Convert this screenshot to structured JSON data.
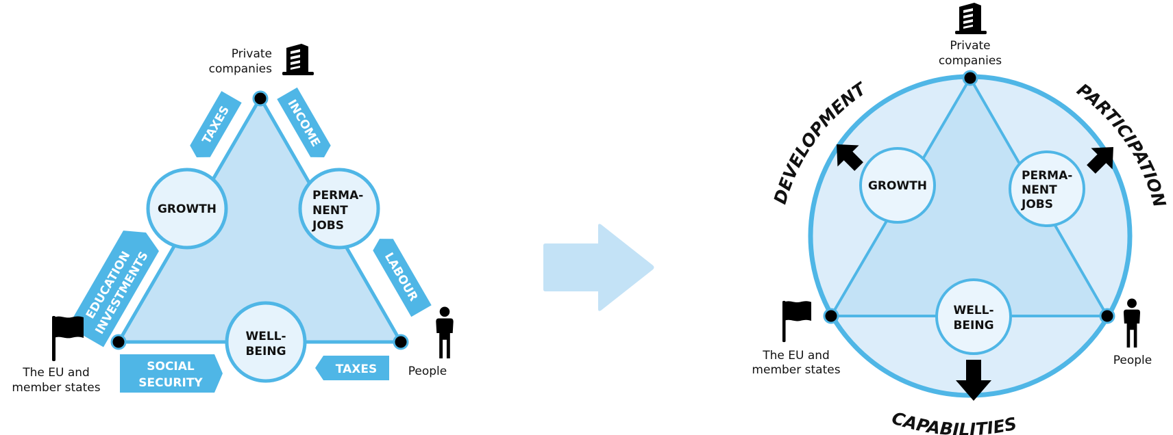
{
  "colors": {
    "line": "#4fb6e6",
    "triangle_fill": "#c3e2f6",
    "circle_ring_fill": "#dcedfa",
    "node_fill": "#e6f3fc",
    "ribbon": "#4fb6e6",
    "arrow_transition": "#c3e2f6",
    "dot": "#000000"
  },
  "left_diagram": {
    "actors": {
      "top": [
        "Private",
        "companies"
      ],
      "bottom_left": [
        "The EU and",
        "member states"
      ],
      "bottom_right": [
        "People"
      ]
    },
    "nodes": {
      "growth": [
        "GROWTH"
      ],
      "permanent_jobs": [
        "PERMA-",
        "NENT",
        "JOBS"
      ],
      "wellbeing": [
        "WELL-",
        "BEING"
      ]
    },
    "flows": {
      "taxes_top": "TAXES",
      "income": "INCOME",
      "education": [
        "EDUCATION",
        "INVESTMENTS"
      ],
      "labour": "LABOUR",
      "social_security": [
        "SOCIAL",
        "SECURITY"
      ],
      "taxes_bottom": "TAXES"
    }
  },
  "right_diagram": {
    "actors": {
      "top": [
        "Private",
        "companies"
      ],
      "bottom_left": [
        "The EU and",
        "member states"
      ],
      "bottom_right": [
        "People"
      ]
    },
    "nodes": {
      "growth": [
        "GROWTH"
      ],
      "permanent_jobs": [
        "PERMA-",
        "NENT",
        "JOBS"
      ],
      "wellbeing": [
        "WELL-",
        "BEING"
      ]
    },
    "outcomes": {
      "development": "DEVELOPMENT",
      "participation": "PARTICIPATION",
      "capabilities": "CAPABILITIES"
    }
  },
  "icons": {
    "building": "building-icon",
    "flag": "flag-icon",
    "person": "person-icon",
    "transition_arrow": "arrow-right-icon",
    "outcome_arrow": "arrow-outward-icon"
  }
}
